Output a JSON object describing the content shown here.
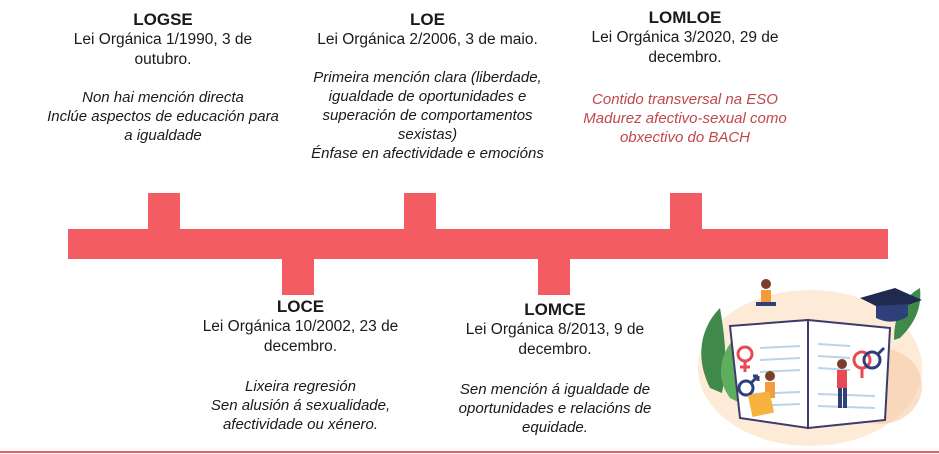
{
  "top": [
    {
      "title": "LOGSE",
      "law_lines": [
        "Lei Orgánica 1/1990, 3 de",
        "outubro."
      ],
      "desc_lines": [
        "Non hai mención directa",
        "Inclúe aspectos de educación para",
        "a igualdade"
      ]
    },
    {
      "title": "LOE",
      "law_lines": [
        "Lei Orgánica 2/2006, 3 de maio."
      ],
      "desc_lines": [
        "Primeira mención clara (liberdade,",
        "igualdade de oportunidades e",
        "superación de comportamentos",
        "sexistas)",
        "Énfase en afectividade e emocións"
      ]
    },
    {
      "title": "LOMLOE",
      "law_lines": [
        "Lei Orgánica 3/2020, 29 de",
        "decembro."
      ],
      "desc_lines": [
        "Contido transversal na ESO",
        "Madurez afectivo-sexual como",
        "obxectivo do BACH"
      ]
    }
  ],
  "bottom": [
    {
      "title": "LOCE",
      "law_lines": [
        "Lei Orgánica 10/2002, 23 de",
        "decembro."
      ],
      "desc_lines": [
        "Lixeira regresión",
        "Sen alusión á sexualidade,",
        "afectividade ou xénero."
      ]
    },
    {
      "title": "LOMCE",
      "law_lines": [
        "Lei Orgánica 8/2013, 9 de",
        "decembro."
      ],
      "desc_lines": [
        "Sen mención á igualdade de",
        "oportunidades e relacións de",
        "equidade."
      ]
    }
  ],
  "colors": {
    "timeline": "#f25c62",
    "highlight_text": "#c0484b"
  }
}
